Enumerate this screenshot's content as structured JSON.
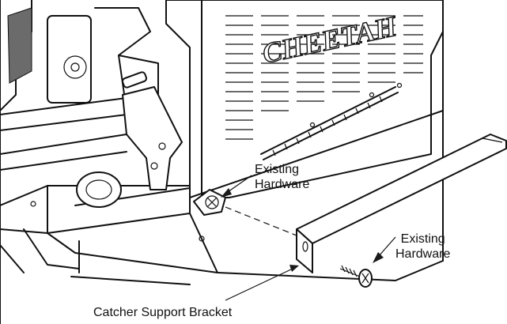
{
  "logo_text": "CHEETAH",
  "callouts": {
    "existing_hardware_top": [
      "Existing",
      "Hardware"
    ],
    "existing_hardware_right": [
      "Existing",
      "Hardware"
    ],
    "catcher_support_bracket": "Catcher Support Bracket"
  },
  "icons": [
    "screw-icon",
    "nut-icon",
    "hinge-icon",
    "vent-grille-icon"
  ]
}
